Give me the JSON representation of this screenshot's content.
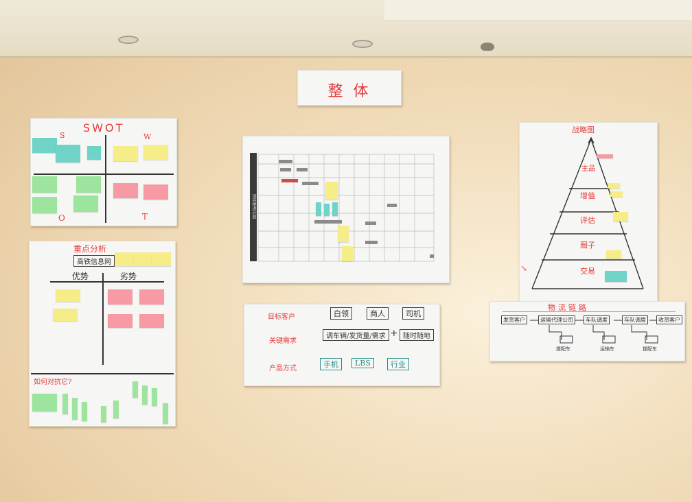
{
  "header_card": {
    "title": "整 体"
  },
  "swot": {
    "title": "SWOT",
    "corners": {
      "s": "S",
      "w": "W",
      "o": "O",
      "t": "T"
    }
  },
  "competitor": {
    "title": "重点分析",
    "boxed_label": "高铁信息网",
    "advantage": "优势",
    "disadvantage": "劣势",
    "bottom_question": "如何对抗它?"
  },
  "timeline": {
    "side_label": "项目推进计划"
  },
  "targets": {
    "rows": [
      {
        "label": "目标客户",
        "items": [
          "白领",
          "商人",
          "司机"
        ]
      },
      {
        "label": "关键需求",
        "items": [
          "调车辆/发货量/需求",
          "随时随地"
        ],
        "connector": "+"
      },
      {
        "label": "产品方式",
        "items": [
          "手机",
          "LBS",
          "行业"
        ]
      }
    ]
  },
  "pyramid": {
    "title": "战略图",
    "levels": [
      "主品",
      "增值",
      "评估",
      "圈子",
      "交易"
    ]
  },
  "flow": {
    "title": "物流链路",
    "boxes": [
      "发货客户",
      "运输代理公司",
      "车队调度",
      "车队调度",
      "收货客户"
    ],
    "bottom_labels": [
      "提配车",
      "运输车",
      "提配车"
    ]
  },
  "colors": {
    "marker_red": "#e43b3b",
    "note_cyan": "#6fd3c8",
    "note_yellow": "#f6ec88",
    "note_green": "#9de49e",
    "note_pink": "#f79aa3"
  }
}
